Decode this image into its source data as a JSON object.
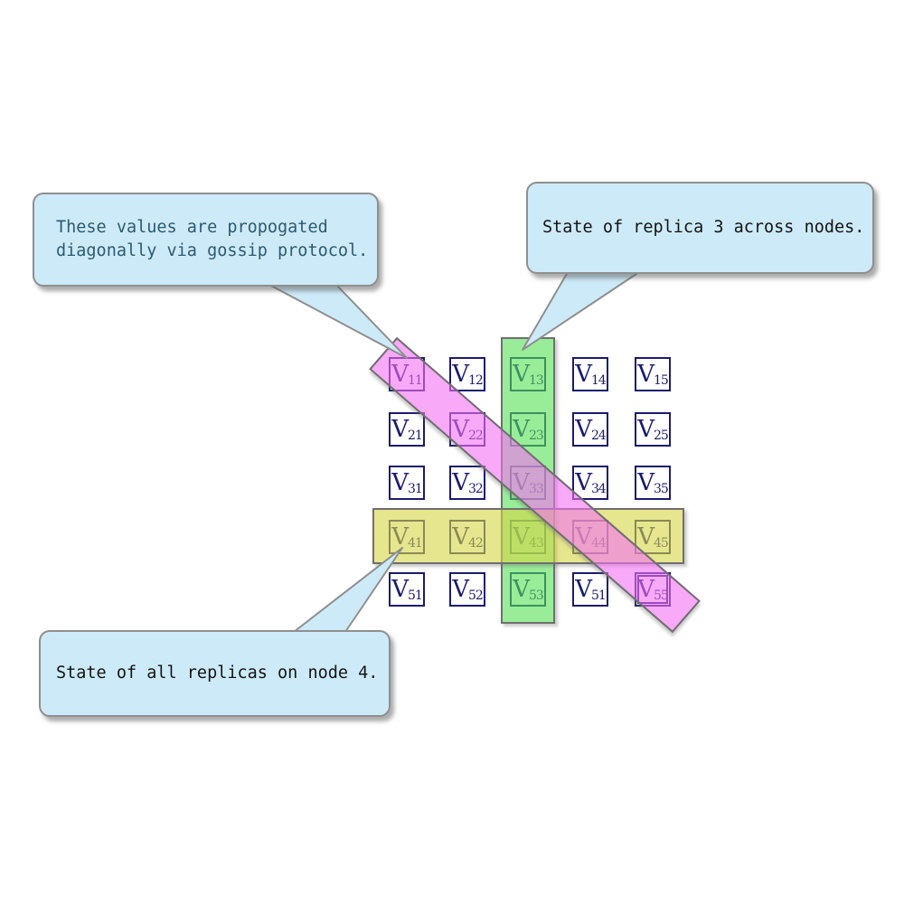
{
  "diagram": {
    "title": "replica state matrix with gossip propagation",
    "callouts": [
      {
        "id": "gossip-diagonal",
        "lines": [
          "These values are propogated",
          "diagonally via gossip protocol."
        ]
      },
      {
        "id": "replica-3-column",
        "lines": [
          "State of replica 3 across nodes."
        ]
      },
      {
        "id": "node-4-row",
        "lines": [
          "State of all replicas on node 4."
        ]
      }
    ],
    "matrix": {
      "rows": 5,
      "cols": 5,
      "cells": [
        {
          "base": "V",
          "sub": "11"
        },
        {
          "base": "V",
          "sub": "12"
        },
        {
          "base": "V",
          "sub": "13"
        },
        {
          "base": "V",
          "sub": "14"
        },
        {
          "base": "V",
          "sub": "15"
        },
        {
          "base": "V",
          "sub": "21"
        },
        {
          "base": "V",
          "sub": "22"
        },
        {
          "base": "V",
          "sub": "23"
        },
        {
          "base": "V",
          "sub": "24"
        },
        {
          "base": "V",
          "sub": "25"
        },
        {
          "base": "V",
          "sub": "31"
        },
        {
          "base": "V",
          "sub": "32"
        },
        {
          "base": "V",
          "sub": "33"
        },
        {
          "base": "V",
          "sub": "34"
        },
        {
          "base": "V",
          "sub": "35"
        },
        {
          "base": "V",
          "sub": "41"
        },
        {
          "base": "V",
          "sub": "42"
        },
        {
          "base": "V",
          "sub": "43"
        },
        {
          "base": "V",
          "sub": "44"
        },
        {
          "base": "V",
          "sub": "45"
        },
        {
          "base": "V",
          "sub": "51"
        },
        {
          "base": "V",
          "sub": "52"
        },
        {
          "base": "V",
          "sub": "53"
        },
        {
          "base": "V",
          "sub": "51"
        },
        {
          "base": "V",
          "sub": "55"
        }
      ]
    },
    "highlights": [
      {
        "id": "replica-3-column",
        "shape": "vertical-band",
        "color": "#55e155",
        "covers": [
          "V13",
          "V23",
          "V33",
          "V43",
          "V53"
        ]
      },
      {
        "id": "node-4-row",
        "shape": "horizontal-band",
        "color": "#d6d645",
        "covers": [
          "V41",
          "V42",
          "V43",
          "V44",
          "V45"
        ]
      },
      {
        "id": "gossip-diagonal",
        "shape": "diagonal-band",
        "color": "#f370f3",
        "covers": [
          "V11",
          "V22",
          "V33",
          "V44",
          "V55"
        ]
      }
    ],
    "colors": {
      "cell_border": "#1b1b6e",
      "band_border": "#6f6f6f",
      "callout_bg": "#cdeaf8",
      "callout_border": "#8f8f8f",
      "callout1_text": "#2d5a73",
      "callout_text": "#141414"
    }
  }
}
